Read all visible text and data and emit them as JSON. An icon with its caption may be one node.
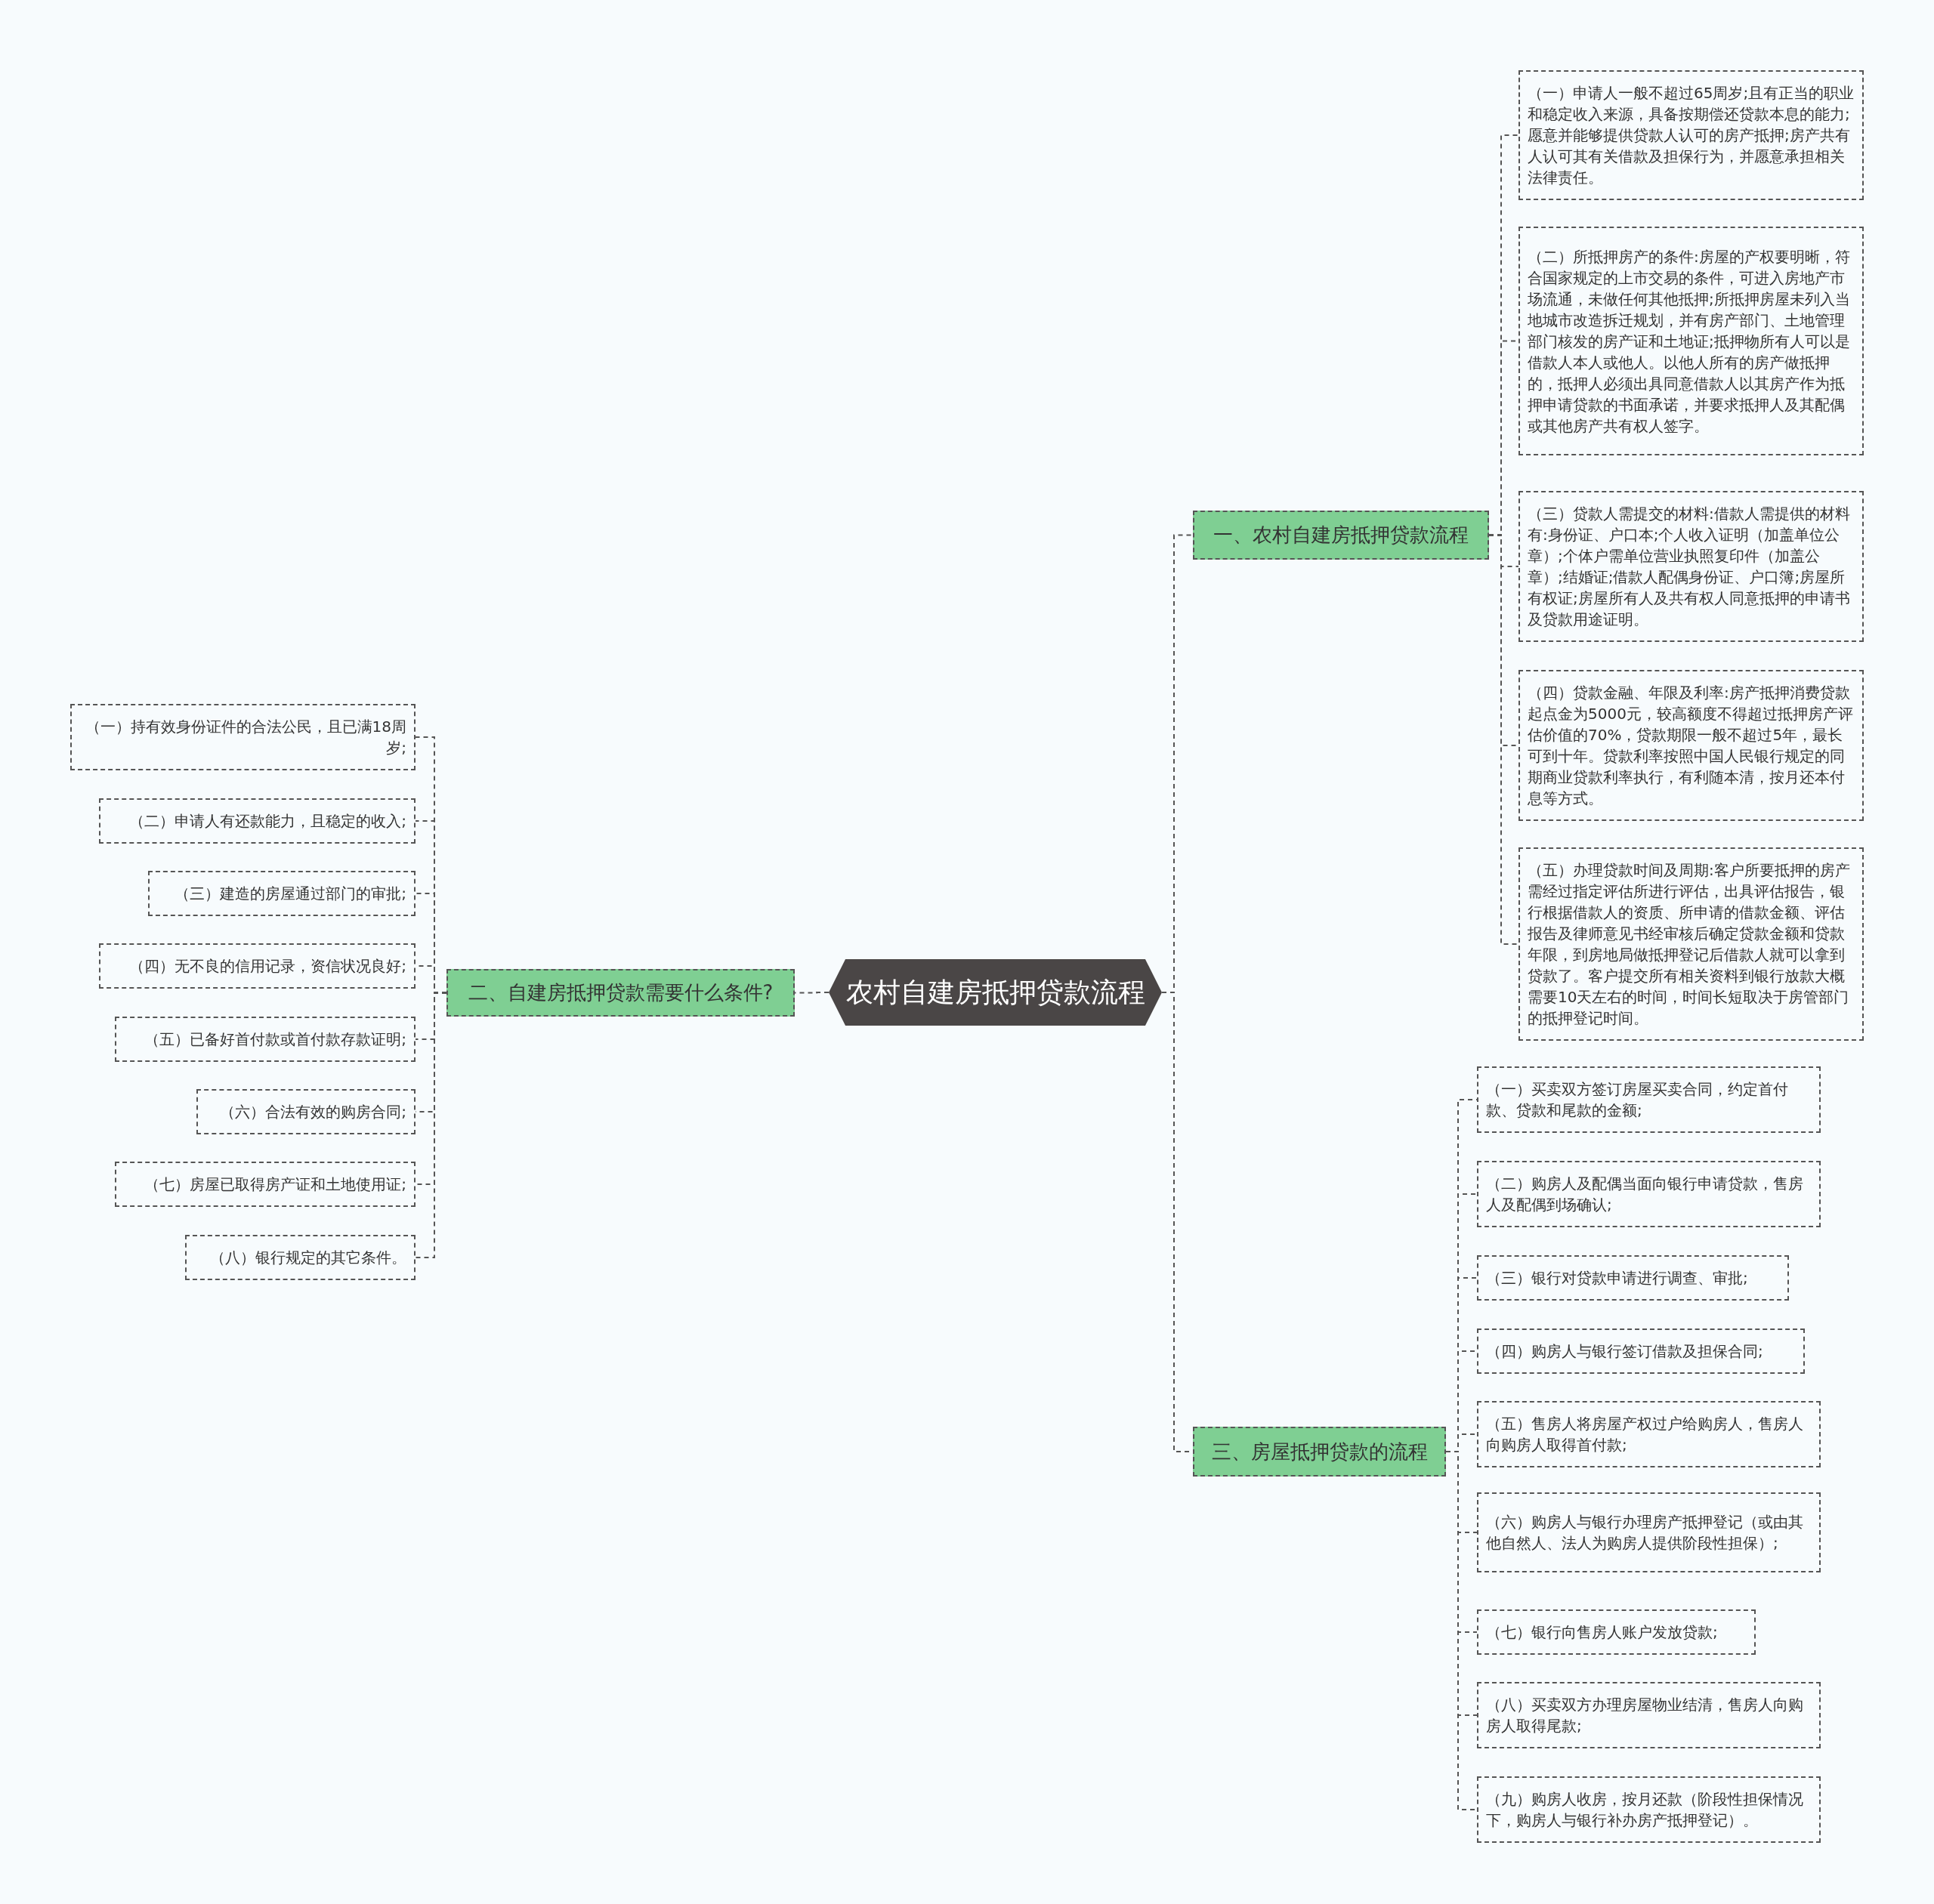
{
  "diagram": {
    "nodes": [
      {
        "text": [
          "农村自建房抵押贷款流程"
        ]
      },
      {
        "text": [
          "一、农村自建房抵押贷款流程"
        ]
      },
      {
        "text": [
          "（一）申请人一般不超过65周岁;且有正当的职业和稳定收入来源，具备按期偿还贷款本息的能力;愿意并能够提供贷款人认可的房产抵押;房产共有人认可其有关借款及担保行为，并愿意承担相关法律责任。"
        ]
      },
      {
        "text": [
          "（二）所抵押房产的条件:房屋的产权要明晰，符合国家规定的上市交易的条件，可进入房地产市场流通，未做任何其他抵押;所抵押房屋未列入当地城市改造拆迁规划，并有房产部门、土地管理部门核发的房产证和土地证;抵押物所有人可以是借款人本人或他人。以他人所有的房产做抵押的，抵押人必须出具同意借款人以其房产作为抵押申请贷款的书面承诺，并要求抵押人及其配偶或其他房产共有权人签字。"
        ]
      },
      {
        "text": [
          "（三）贷款人需提交的材料:借款人需提供的材料有:身份证、户口本;个人收入证明（加盖单位公章）;个体户需单位营业执照复印件（加盖公章）;结婚证;借款人配偶身份证、户口簿;房屋所有权证;房屋所有人及共有权人同意抵押的申请书及贷款用途证明。"
        ]
      },
      {
        "text": [
          "（四）贷款金融、年限及利率:房产抵押消费贷款起点金为5000元，较高额度不得超过抵押房产评估价值的70%，贷款期限一般不超过5年，最长可到十年。贷款利率按照中国人民银行规定的同期商业贷款利率执行，有利随本清，按月还本付息等方式。"
        ]
      },
      {
        "text": [
          "（五）办理贷款时间及周期:客户所要抵押的房产需经过指定评估所进行评估，出具评估报告，银行根据借款人的资质、所申请的借款金额、评估报告及律师意见书经审核后确定贷款金额和贷款年限，到房地局做抵押登记后借款人就可以拿到贷款了。客户提交所有相关资料到银行放款大概需要10天左右的时间，时间长短取决于房管部门的抵押登记时间。"
        ]
      },
      {
        "text": [
          "二、自建房抵押贷款需要什么条件?"
        ]
      },
      {
        "text": [
          "（一）持有效身份证件的合法公民，且已满18周岁;"
        ]
      },
      {
        "text": [
          "（二）申请人有还款能力，且稳定的收入;"
        ]
      },
      {
        "text": [
          "（三）建造的房屋通过部门的审批;"
        ]
      },
      {
        "text": [
          "（四）无不良的信用记录，资信状况良好;"
        ]
      },
      {
        "text": [
          "（五）已备好首付款或首付款存款证明;"
        ]
      },
      {
        "text": [
          "（六）合法有效的购房合同;"
        ]
      },
      {
        "text": [
          "（七）房屋已取得房产证和土地使用证;"
        ]
      },
      {
        "text": [
          "（八）银行规定的其它条件。"
        ]
      },
      {
        "text": [
          "三、房屋抵押贷款的流程"
        ]
      },
      {
        "text": [
          "（一）买卖双方签订房屋买卖合同，约定首付款、贷款和尾款的金额;"
        ]
      },
      {
        "text": [
          "（二）购房人及配偶当面向银行申请贷款，售房人及配偶到场确认;"
        ]
      },
      {
        "text": [
          "（三）银行对贷款申请进行调查、审批;"
        ]
      },
      {
        "text": [
          "（四）购房人与银行签订借款及担保合同;"
        ]
      },
      {
        "text": [
          "（五）售房人将房屋产权过户给购房人，售房人向购房人取得首付款;"
        ]
      },
      {
        "text": [
          "（六）购房人与银行办理房产抵押登记（或由其他自然人、法人为购房人提供阶段性担保）;"
        ]
      },
      {
        "text": [
          "（七）银行向售房人账户发放贷款;"
        ]
      },
      {
        "text": [
          "（八）买卖双方办理房屋物业结清，售房人向购房人取得尾款;"
        ]
      },
      {
        "text": [
          "（九）购房人收房，按月还款（阶段性担保情况下，购房人与银行补办房产抵押登记）。"
        ]
      }
    ],
    "edges": [
      {
        "from": 0,
        "to": 1,
        "arrow": "none"
      },
      {
        "from": 1,
        "to": 2,
        "arrow": "none"
      },
      {
        "from": 1,
        "to": 3,
        "arrow": "none"
      },
      {
        "from": 1,
        "to": 4,
        "arrow": "none"
      },
      {
        "from": 1,
        "to": 5,
        "arrow": "none"
      },
      {
        "from": 1,
        "to": 6,
        "arrow": "none"
      },
      {
        "from": 0,
        "to": 7,
        "arrow": "none"
      },
      {
        "from": 7,
        "to": 8,
        "arrow": "none"
      },
      {
        "from": 7,
        "to": 9,
        "arrow": "none"
      },
      {
        "from": 7,
        "to": 10,
        "arrow": "none"
      },
      {
        "from": 7,
        "to": 11,
        "arrow": "none"
      },
      {
        "from": 7,
        "to": 12,
        "arrow": "none"
      },
      {
        "from": 7,
        "to": 13,
        "arrow": "none"
      },
      {
        "from": 7,
        "to": 14,
        "arrow": "none"
      },
      {
        "from": 7,
        "to": 15,
        "arrow": "none"
      },
      {
        "from": 0,
        "to": 16,
        "arrow": "none"
      },
      {
        "from": 16,
        "to": 17,
        "arrow": "none"
      },
      {
        "from": 16,
        "to": 18,
        "arrow": "none"
      },
      {
        "from": 16,
        "to": 19,
        "arrow": "none"
      },
      {
        "from": 16,
        "to": 20,
        "arrow": "none"
      },
      {
        "from": 16,
        "to": 21,
        "arrow": "none"
      },
      {
        "from": 16,
        "to": 22,
        "arrow": "none"
      },
      {
        "from": 16,
        "to": 23,
        "arrow": "none"
      },
      {
        "from": 16,
        "to": 24,
        "arrow": "none"
      },
      {
        "from": 16,
        "to": 25,
        "arrow": "none"
      }
    ]
  }
}
